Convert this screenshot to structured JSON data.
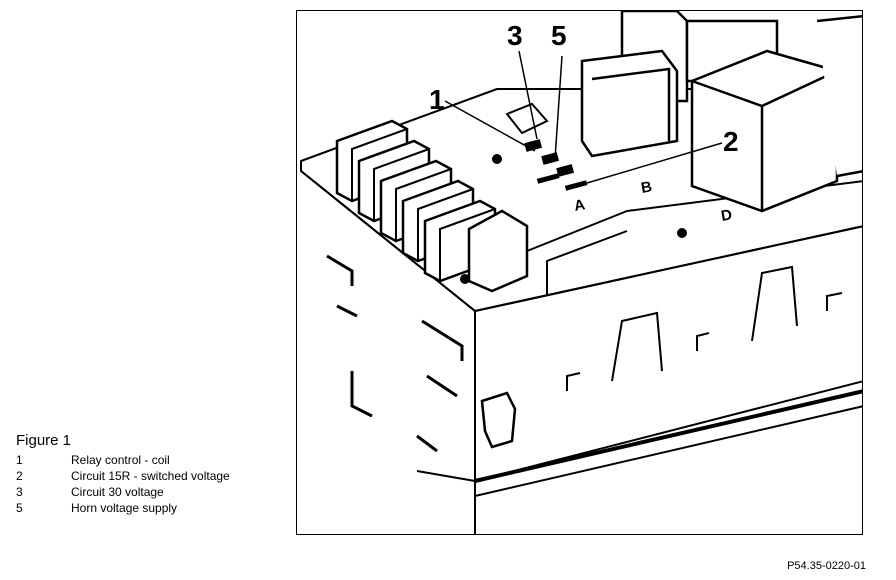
{
  "figure": {
    "title": "Figure 1",
    "legend": [
      {
        "num": "1",
        "text": "Relay control - coil"
      },
      {
        "num": "2",
        "text": "Circuit 15R - switched voltage"
      },
      {
        "num": "3",
        "text": "Circuit 30 voltage"
      },
      {
        "num": "5",
        "text": "Horn voltage supply"
      }
    ],
    "reference_code": "P54.35-0220-01"
  },
  "diagram": {
    "callouts": {
      "c1": "1",
      "c2": "2",
      "c3": "3",
      "c5": "5"
    },
    "letters": {
      "a": "A",
      "b": "B",
      "d": "D"
    }
  }
}
